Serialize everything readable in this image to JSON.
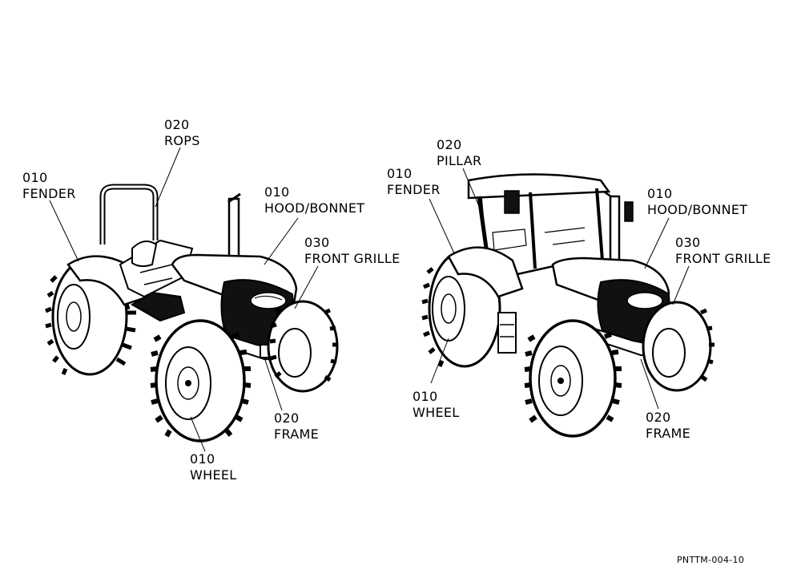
{
  "left_tractor": {
    "rops": {
      "code": "020",
      "name": "ROPS"
    },
    "fender": {
      "code": "010",
      "name": "FENDER"
    },
    "hood": {
      "code": "010",
      "name": "HOOD/BONNET"
    },
    "grille": {
      "code": "030",
      "name": "FRONT GRILLE"
    },
    "frame": {
      "code": "020",
      "name": "FRAME"
    },
    "wheel": {
      "code": "010",
      "name": "WHEEL"
    }
  },
  "right_tractor": {
    "pillar": {
      "code": "020",
      "name": "PILLAR"
    },
    "fender": {
      "code": "010",
      "name": "FENDER"
    },
    "hood": {
      "code": "010",
      "name": "HOOD/BONNET"
    },
    "grille": {
      "code": "030",
      "name": "FRONT GRILLE"
    },
    "wheel": {
      "code": "010",
      "name": "WHEEL"
    },
    "frame": {
      "code": "020",
      "name": "FRAME"
    }
  },
  "figure_code": "PNTTM-004-10"
}
